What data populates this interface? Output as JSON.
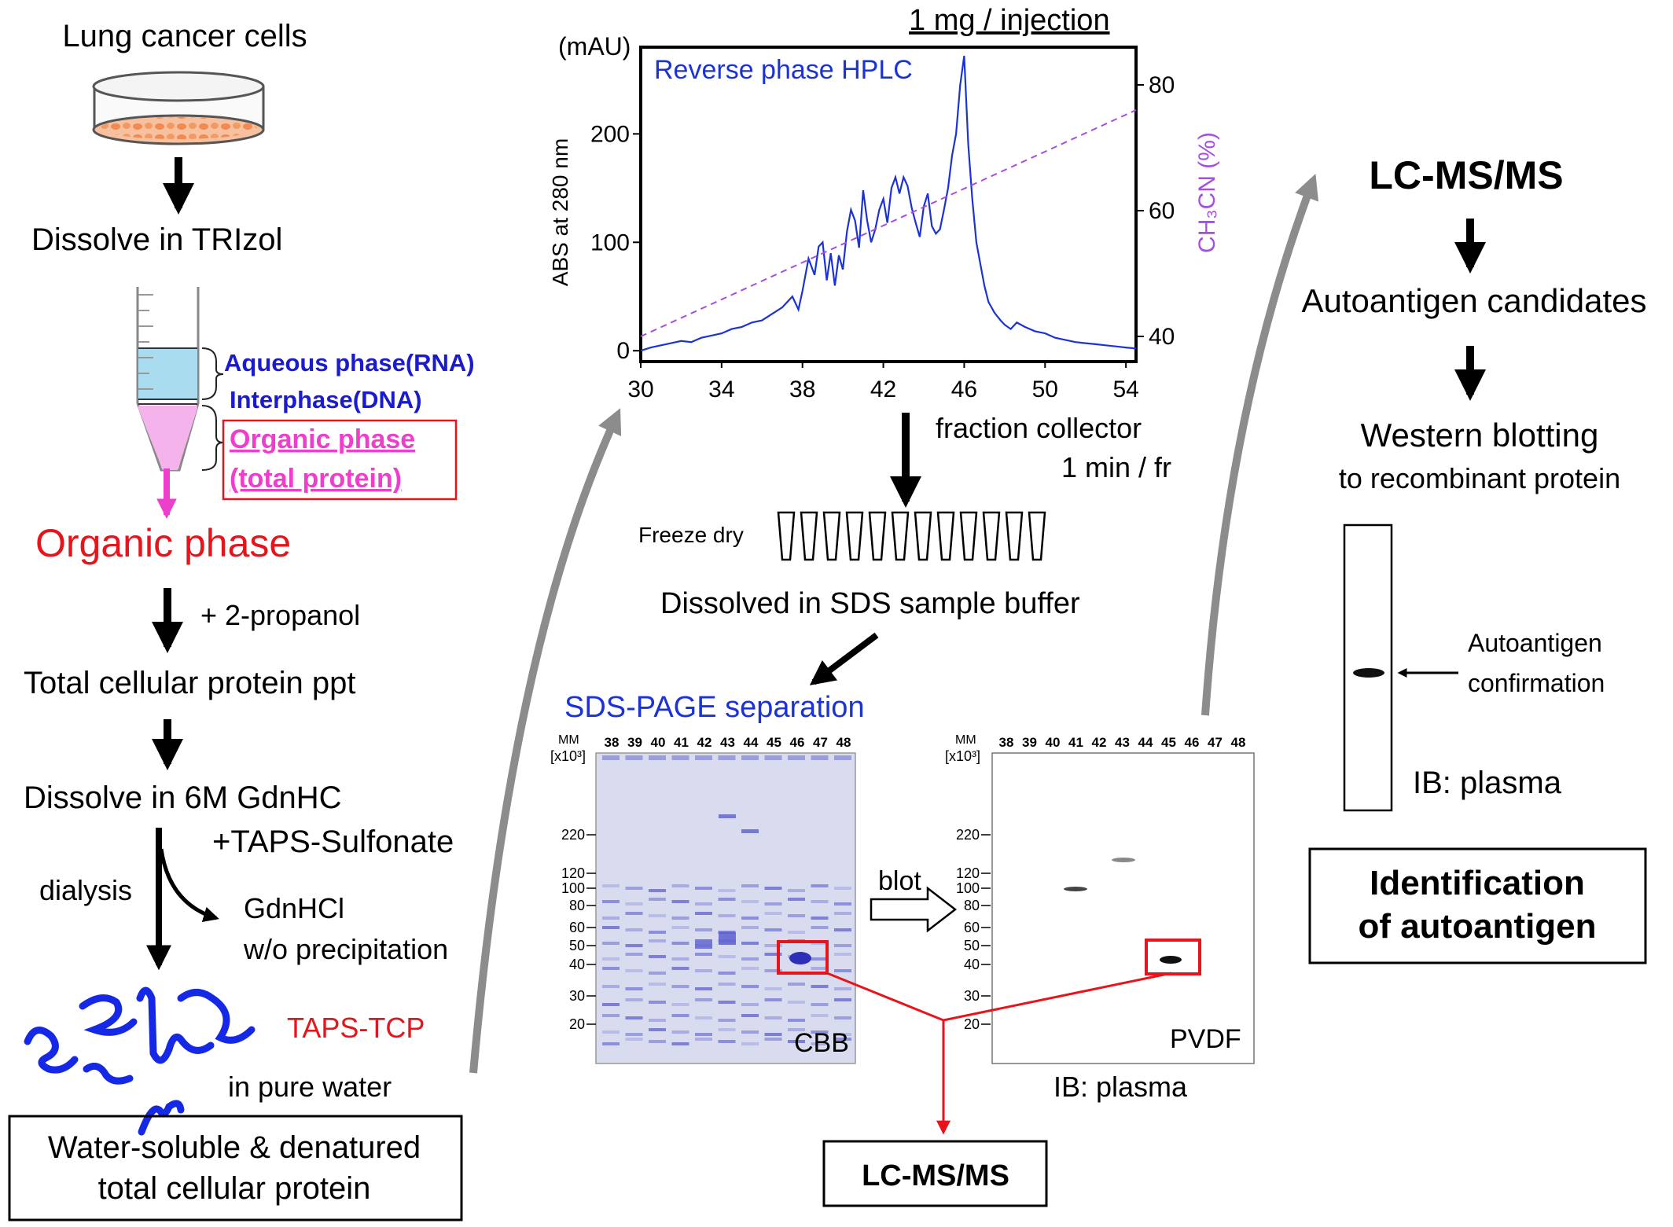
{
  "colors": {
    "black": "#000000",
    "red": "#e8141b",
    "blue_text": "#1a1acf",
    "hplc_blue": "#1b32d6",
    "purple": "#a64ee0",
    "magenta": "#ee3fcc",
    "aqueous_fill": "#a9dcef",
    "organic_fill": "#f4b3ea",
    "gray_arrow": "#8c8c8c",
    "gel_bg": "#d9dbee",
    "gel_band": "#5c5fcf",
    "worm_blue": "#1528e6"
  },
  "left": {
    "title": "Lung cancer cells",
    "dissolve_trizol": "Dissolve in TRIzol",
    "aqueous_label": "Aqueous phase(RNA)",
    "interphase_label": "Interphase(DNA)",
    "organic_label_1": "Organic phase",
    "organic_label_2": "(total protein)",
    "organic_phase": "Organic phase",
    "propanol": "+ 2-propanol",
    "total_ppt": "Total cellular protein ppt",
    "dissolve_gdn": "Dissolve in 6M GdnHC",
    "taps_sulfonate": "+TAPS-Sulfonate",
    "dialysis": "dialysis",
    "gdnhcl": "GdnHCl",
    "wo_precip": "w/o precipitation",
    "taps_tcp": "TAPS-TCP",
    "pure_water": "in pure water",
    "box_line1": "Water-soluble & denatured",
    "box_line2": "total cellular protein"
  },
  "middle": {
    "injection": "1 mg / injection",
    "fraction_collector": "fraction collector",
    "min_fr": "1 min / fr",
    "freeze_dry": "Freeze dry",
    "dissolved_sds": "Dissolved in SDS sample buffer",
    "sds_page": "SDS-PAGE separation",
    "blot": "blot",
    "mm": "MM",
    "mm_unit": "[x10³]",
    "cbb_lanes": [
      "38",
      "39",
      "40",
      "41",
      "42",
      "43",
      "44",
      "45",
      "46",
      "47",
      "48"
    ],
    "pvdf_lanes": [
      "38",
      "39",
      "40",
      "41",
      "42",
      "43",
      "44",
      "45",
      "46",
      "47",
      "48"
    ],
    "cbb_ladder": [
      "220",
      "120",
      "100",
      "80",
      "60",
      "50",
      "40",
      "30",
      "20"
    ],
    "pvdf_ladder": [
      "220",
      "120",
      "100",
      "80",
      "60",
      "50",
      "40",
      "30",
      "20"
    ],
    "cbb_label": "CBB",
    "pvdf_label": "PVDF",
    "ib_plasma": "IB: plasma",
    "lcms_box": "LC-MS/MS"
  },
  "chart_data": {
    "type": "line",
    "title": "Reverse phase HPLC",
    "ylabel": "ABS at 280 nm",
    "yunit": "(mAU)",
    "y2label": "CH₃CN (%)",
    "xlim": [
      30,
      54.5
    ],
    "ylim": [
      -10,
      280
    ],
    "y2lim": [
      36,
      86
    ],
    "x_ticks": [
      "30",
      "34",
      "38",
      "42",
      "46",
      "50",
      "54"
    ],
    "y_ticks": [
      "0",
      "100",
      "200"
    ],
    "y2_ticks": [
      "40",
      "60",
      "80"
    ],
    "series": [
      {
        "x": [
          30,
          30.5,
          31,
          31.5,
          32,
          32.5,
          33,
          33.5,
          34,
          34.5,
          35,
          35.5,
          36,
          36.5,
          37,
          37.5,
          37.8,
          38,
          38.3,
          38.6,
          38.8,
          39,
          39.2,
          39.4,
          39.6,
          39.8,
          40,
          40.2,
          40.4,
          40.6,
          40.8,
          41,
          41.2,
          41.4,
          41.6,
          41.8,
          42,
          42.2,
          42.4,
          42.6,
          42.8,
          43,
          43.2,
          43.4,
          43.6,
          43.8,
          44,
          44.2,
          44.4,
          44.6,
          44.8,
          45,
          45.2,
          45.4,
          45.6,
          45.8,
          46,
          46.2,
          46.4,
          46.6,
          46.8,
          47,
          47.2,
          47.5,
          47.8,
          48,
          48.3,
          48.6,
          49,
          49.5,
          50,
          50.5,
          51,
          51.5,
          52,
          52.5,
          53,
          53.5,
          54,
          54.5
        ],
        "values": [
          0,
          3,
          5,
          7,
          9,
          8,
          12,
          14,
          16,
          20,
          22,
          26,
          28,
          34,
          40,
          50,
          38,
          55,
          85,
          70,
          96,
          100,
          65,
          90,
          60,
          88,
          75,
          110,
          130,
          120,
          95,
          148,
          120,
          100,
          112,
          130,
          140,
          118,
          150,
          160,
          145,
          160,
          152,
          132,
          118,
          105,
          133,
          145,
          115,
          108,
          112,
          130,
          150,
          180,
          200,
          245,
          272,
          190,
          140,
          100,
          80,
          60,
          45,
          35,
          28,
          24,
          20,
          26,
          22,
          18,
          16,
          12,
          10,
          8,
          7,
          6,
          5,
          4,
          3,
          2
        ],
        "name": ""
      },
      {
        "x": [
          30,
          54.5
        ],
        "values_pct": [
          40,
          76
        ],
        "name": ""
      }
    ]
  },
  "right": {
    "lcms": "LC-MS/MS",
    "candidates": "Autoantigen candidates",
    "western": "Western blotting",
    "recomb": "to recombinant protein",
    "autoantigen": "Autoantigen",
    "confirmation": "confirmation",
    "ib_plasma": "IB: plasma",
    "ident1": "Identification",
    "ident2": "of autoantigen"
  }
}
